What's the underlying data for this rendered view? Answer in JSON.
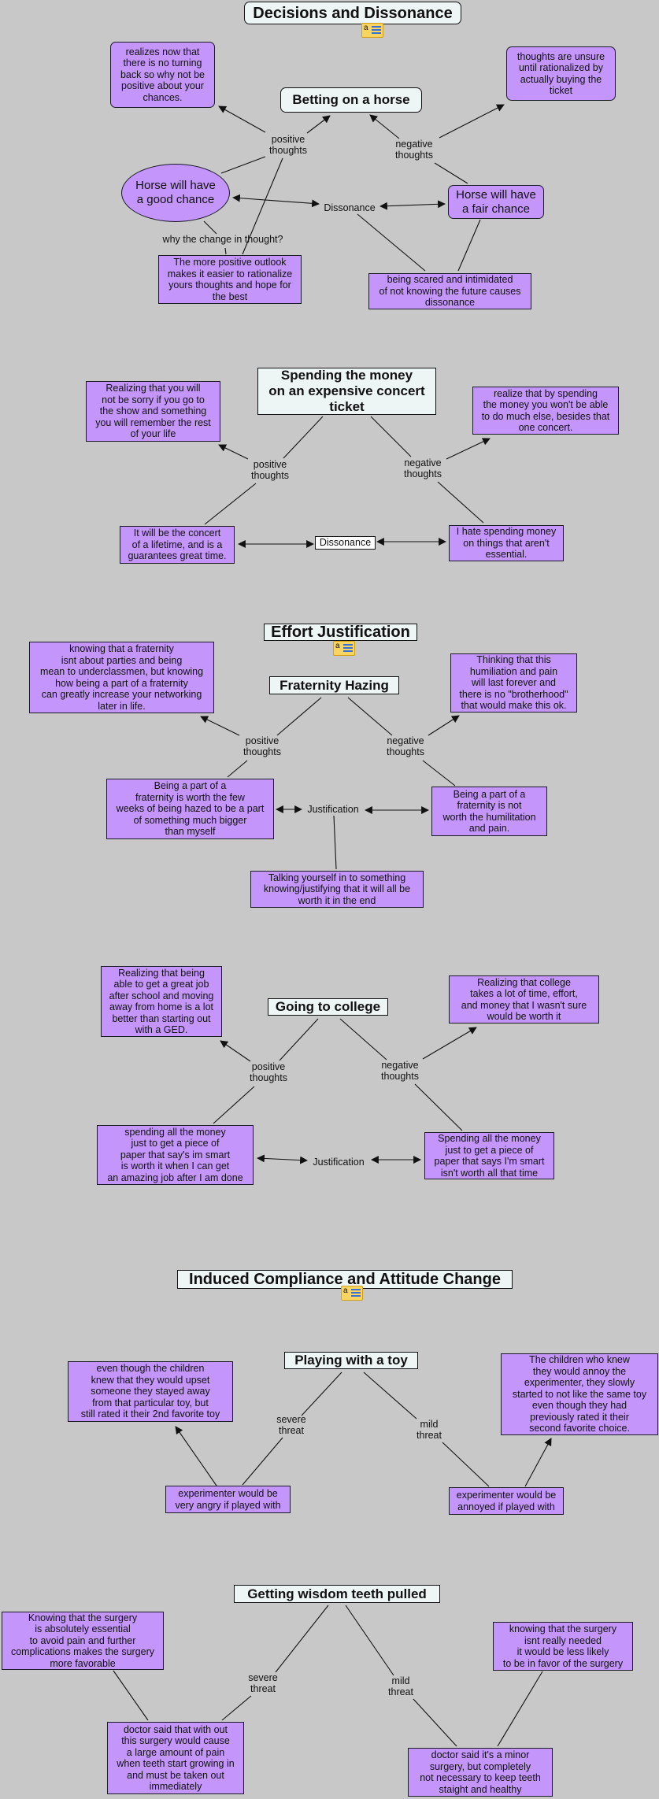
{
  "decisions": {
    "title": "Decisions and Dissonance",
    "betting": {
      "title": "Betting on a horse",
      "positive_outcome": "realizes now that\nthere is no turning\nback so why not be\npositive about your\nchances.",
      "negative_outcome": "thoughts are unsure\nuntil rationalized by\nactually buying the\nticket",
      "positive_label": "positive\nthoughts",
      "negative_label": "negative\nthoughts",
      "good_chance": "Horse will have\na good chance",
      "dissonance": "Dissonance",
      "fair_chance": "Horse will have\na fair chance",
      "why_label": "why the change in thought?",
      "outlook": "The more positive outlook\nmakes it easier to rationalize\nyours thoughts and hope for\nthe best",
      "scared": "being scared and intimidated\nof not knowing the future causes\ndissonance"
    },
    "concert": {
      "title": "Spending the money\non an expensive concert\nticket",
      "positive_outcome": "Realizing that you will\nnot be sorry if you go to\nthe show and something\nyou will remember the rest\nof your life",
      "negative_outcome": "realize that by spending\nthe money you won't be able\nto do much else, besides that\none concert.",
      "positive_label": "positive\nthoughts",
      "negative_label": "negative\nthoughts",
      "positive_view": "It will be the concert\nof a lifetime, and is a\nguarantees great time.",
      "dissonance": "Dissonance",
      "negative_view": "I hate spending money\non things that aren't\nessential."
    }
  },
  "effort": {
    "title": "Effort Justification",
    "hazing": {
      "title": "Fraternity Hazing",
      "positive_outcome": "knowing that a fraternity\nisnt about parties and being\nmean to underclassmen, but knowing\nhow being a part of a fraternity\ncan greatly increase your networking\nlater in life.",
      "negative_outcome": "Thinking that this\nhumiliation and pain\nwill last forever and\nthere is no \"brotherhood\"\nthat would make this ok.",
      "positive_label": "positive\nthoughts",
      "negative_label": "negative\nthoughts",
      "positive_view": "Being a part of a\nfraternity is worth the few\nweeks of being hazed to be a part\nof something much bigger\nthan myself",
      "justification": "Justification",
      "negative_view": "Being a part of a\nfraternity is not\nworth the humilitation\nand pain.",
      "conclusion": "Talking yourself in to something\nknowing/justifying that it will all be\nworth it in the end"
    },
    "college": {
      "title": "Going to college",
      "positive_outcome": "Realizing that being\nable to get a great job\nafter school and moving\naway from home is a lot\nbetter than starting out\nwith a GED.",
      "negative_outcome": "Realizing that college\ntakes a lot of time, effort,\nand money that I wasn't sure\nwould be worth it",
      "positive_label": "positive\nthoughts",
      "negative_label": "negative\nthoughts",
      "positive_view": "spending all the money\njust to get a piece of\npaper that say's im smart\nis worth it when I can get\nan amazing job after I am done",
      "justification": "Justification",
      "negative_view": "Spending all the money\njust to get a piece of\npaper that says I'm smart\nisn't worth all that time"
    }
  },
  "compliance": {
    "title": "Induced Compliance and Attitude Change",
    "toy": {
      "title": "Playing with a toy",
      "severe_outcome": "even though the children\nknew that they would upset\nsomeone they stayed away\nfrom that particular toy, but\nstill rated it their 2nd favorite toy",
      "mild_outcome": "The children who knew\nthey would annoy the\nexperimenter, they slowly\nstarted to not like the same toy\neven though they had\npreviously rated it their\nsecond favorite choice.",
      "severe_label": "severe\nthreat",
      "mild_label": "mild\nthreat",
      "severe_case": "experimenter would be\nvery angry if played with",
      "mild_case": "experimenter would be\nannoyed if played with"
    },
    "teeth": {
      "title": "Getting wisdom teeth pulled",
      "severe_outcome": "Knowing that the surgery\nis absolutely essential\nto avoid pain and further\ncomplications makes the surgery\nmore favorable",
      "mild_outcome": "knowing that the surgery\nisnt really needed\nit would be less likely\nto be in favor of the surgery",
      "severe_label": "severe\nthreat",
      "mild_label": "mild\nthreat",
      "severe_case": "doctor said that with out\nthis surgery would cause\na large amount of pain\nwhen teeth start growing in\nand must be taken out\nimmediately",
      "mild_case": "doctor said it's a minor\nsurgery, but completely\nnot necessary to  keep teeth\nstaight and healthy"
    }
  },
  "note_icon_glyph": "a"
}
